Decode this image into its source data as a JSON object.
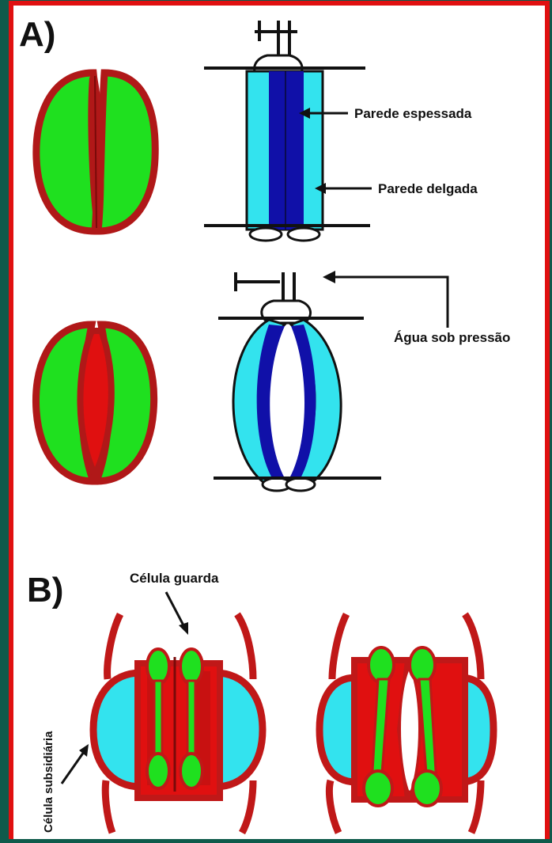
{
  "labels": {
    "section_a": "A)",
    "section_b": "B)",
    "thick_wall": "Parede espessada",
    "thin_wall": "Parede delgada",
    "water_pressure": "Água sob pressão",
    "guard_cell": "Célula guarda",
    "subsidiary_cell": "Célula subsidiária"
  },
  "colors": {
    "outer_background": "#0f5a4b",
    "frame_border": "#e01010",
    "panel": "#ffffff",
    "cell_wall": "#c01818",
    "cytoplasm": "#1fe01f",
    "thin_wall_fill": "#33e3ee",
    "thick_wall_fill": "#1010a8",
    "subsidiary_fill": "#33e3ee",
    "line": "#111111"
  }
}
